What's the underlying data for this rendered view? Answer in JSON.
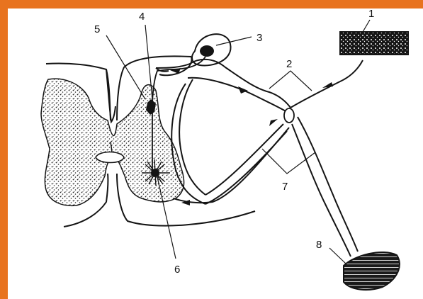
{
  "colors": {
    "accent_bar": "#e8731f",
    "ink": "#141414",
    "matter_fill": "#d9d9d9"
  },
  "labels": {
    "l1": "1",
    "l2": "2",
    "l3": "3",
    "l4": "4",
    "l5": "5",
    "l6": "6",
    "l7": "7",
    "l8": "8"
  }
}
